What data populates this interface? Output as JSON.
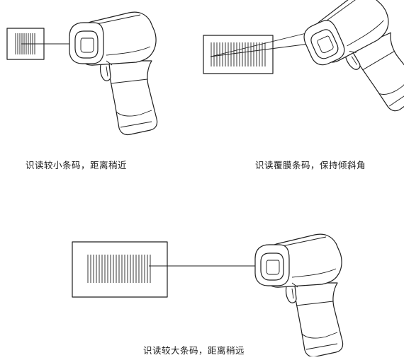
{
  "captions": {
    "small_barcode": "识读较小条码，距离稍近",
    "laminated_barcode": "识读覆膜条码，保持倾斜角",
    "large_barcode": "识读较大条码，距离稍远"
  }
}
